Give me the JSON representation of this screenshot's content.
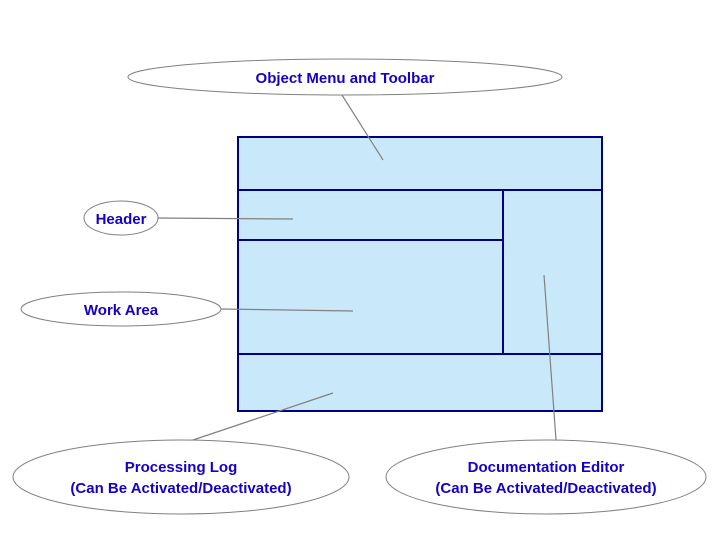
{
  "diagram": {
    "title_text": "Object Menu and Toolbar",
    "callouts": [
      {
        "id": "object-menu-toolbar",
        "line1": "Object Menu and Toolbar",
        "line2": ""
      },
      {
        "id": "header",
        "line1": "Header",
        "line2": ""
      },
      {
        "id": "work-area",
        "line1": "Work Area",
        "line2": ""
      },
      {
        "id": "processing-log",
        "line1": "Processing Log",
        "line2": "(Can Be Activated/Deactivated)"
      },
      {
        "id": "documentation-editor",
        "line1": "Documentation Editor",
        "line2": "(Can Be Activated/Deactivated)"
      }
    ],
    "panels": [
      {
        "id": "menu-toolbar-panel",
        "label": ""
      },
      {
        "id": "header-panel",
        "label": ""
      },
      {
        "id": "work-area-panel",
        "label": ""
      },
      {
        "id": "documentation-editor-panel",
        "label": ""
      },
      {
        "id": "processing-log-panel",
        "label": ""
      }
    ],
    "colors": {
      "panel_fill": "#c9e9fb",
      "panel_border": "#000080",
      "callout_text": "#1500c8",
      "callout_border": "#808080",
      "connector": "#808080",
      "background": "#ffffff"
    }
  }
}
